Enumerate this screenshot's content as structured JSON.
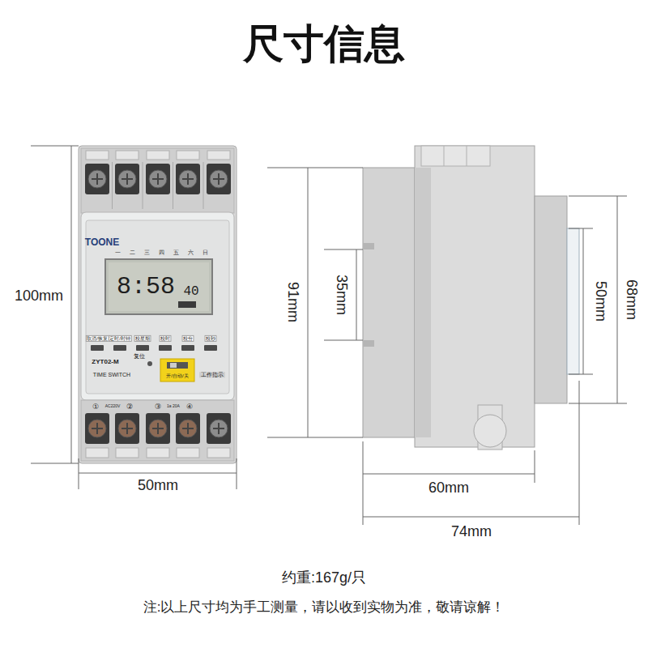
{
  "diagram": {
    "title": "尺寸信息",
    "labels": [
      "TOONE",
      "一",
      "二",
      "三",
      "四",
      "五",
      "六",
      "日",
      "8:58",
      "40",
      "100mm",
      "91mm",
      "35mm",
      "50mm",
      "68mm",
      "取消/恢复",
      "定时/时钟",
      "校星期",
      "校时",
      "校分",
      "校秒",
      "ZYT02-M",
      "复位",
      "TIME SWITCH",
      "开/自动/关",
      "工作指示",
      "①",
      "AC220V",
      "②",
      "③",
      "1a 20A",
      "④",
      "50mm",
      "60mm",
      "74mm",
      "约重:167g/只",
      "注:以上尺寸均为手工测量，请以收到实物为准，敬请谅解！"
    ]
  }
}
